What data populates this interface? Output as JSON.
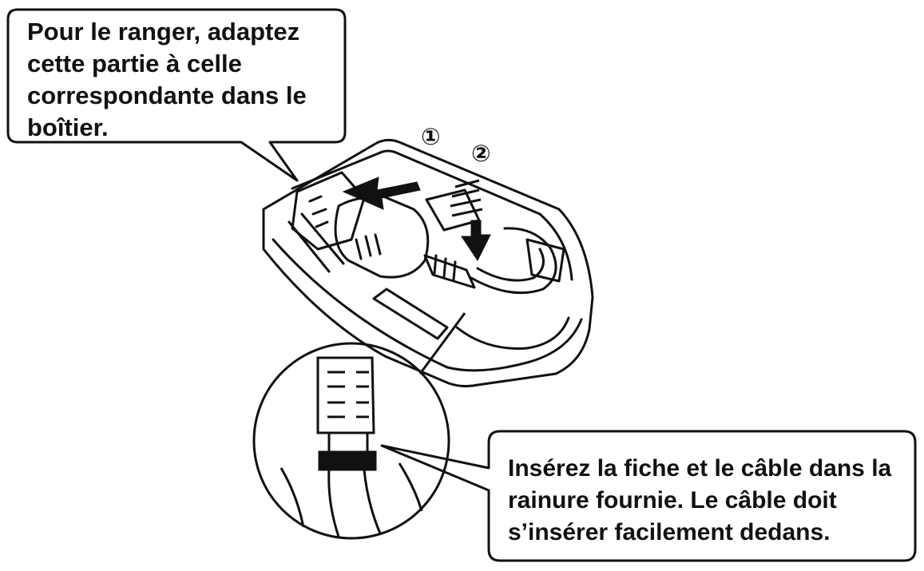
{
  "callouts": {
    "top": "Pour le ranger, adaptez\ncette partie à celle\ncorrespondante dans le\nboîtier.",
    "bottom": "Insérez la fiche et le câble dans la\nrainure fournie. Le câble doit\ns’insérer facilement dedans."
  },
  "steps": {
    "step1": "①",
    "step2": "②"
  },
  "colors": {
    "line": "#111111",
    "background": "#ffffff"
  }
}
